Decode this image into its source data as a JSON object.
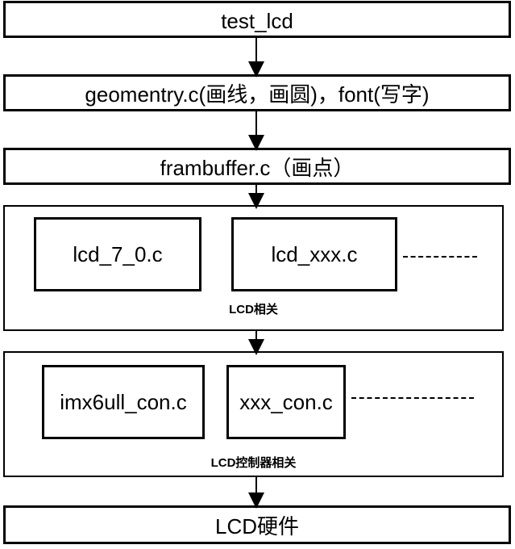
{
  "layers": {
    "test_lcd": "test_lcd",
    "geometry": "geomentry.c(画线，画圆)，font(写字)",
    "framebuffer": "frambuffer.c（画点）",
    "hardware": "LCD硬件"
  },
  "lcd_group": {
    "items": [
      "lcd_7_0.c",
      "lcd_xxx.c"
    ],
    "label": "LCD相关"
  },
  "controller_group": {
    "items": [
      "imx6ull_con.c",
      "xxx_con.c"
    ],
    "label": "LCD控制器相关"
  }
}
